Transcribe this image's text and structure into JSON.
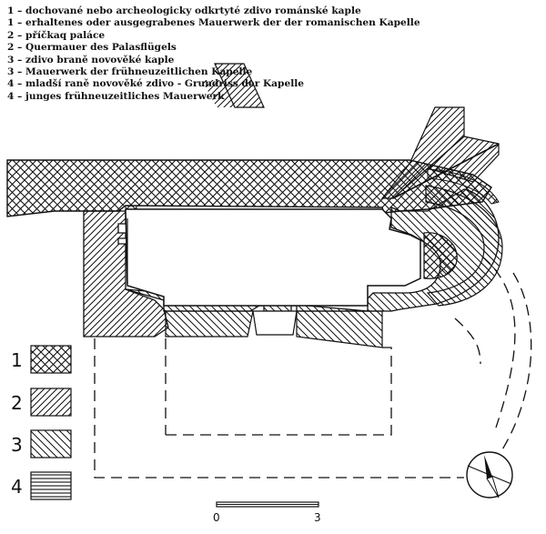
{
  "legend": {
    "lines": [
      "1 – dochované nebo archeologicky odkrtyté zdivo románské kaple",
      "1 – erhaltenes oder ausgegrabenes Mauerwerk der der romanischen Kapelle",
      "2 – příčkaq paláce",
      "2 – Quermauer des Palasflügels",
      "3 – zdivo braně novověké kaple",
      "3 – Mauerwerk der frühneuzeitlichen Kapelle",
      "4 – mladší raně novověké zdivo - Grundriss der Kapelle",
      "4 – junges frühneuzeitliches Mauerwerk"
    ]
  },
  "key": [
    {
      "label": "1",
      "pattern": "crosshatch"
    },
    {
      "label": "2",
      "pattern": "diag-right"
    },
    {
      "label": "3",
      "pattern": "diag-left"
    },
    {
      "label": "4",
      "pattern": "horizontal"
    }
  ],
  "scale": {
    "start": "0",
    "end": "3"
  },
  "compass": {
    "icon": "north-arrow-icon"
  }
}
